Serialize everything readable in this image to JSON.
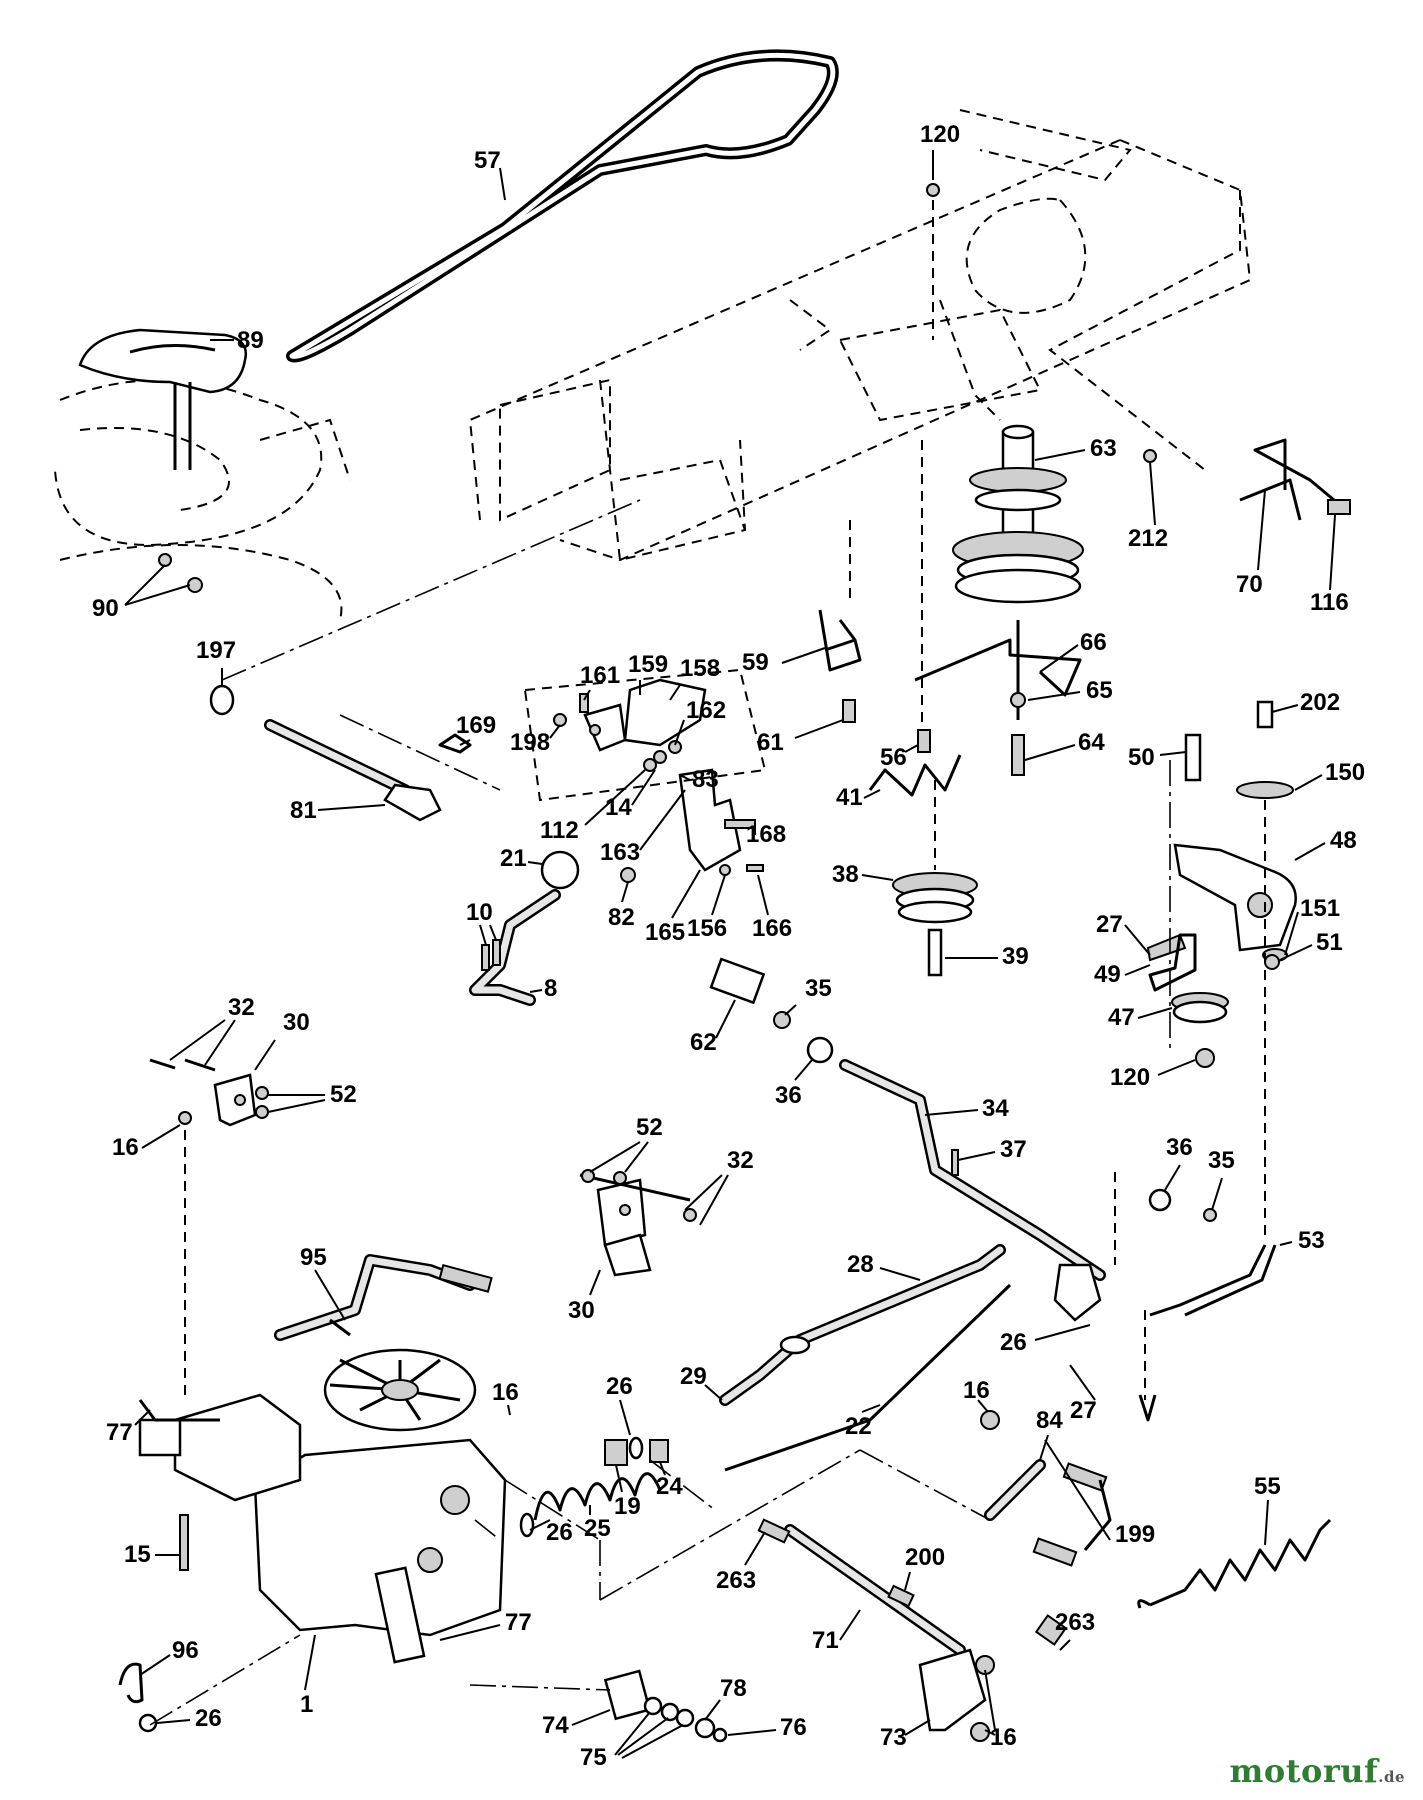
{
  "watermark": {
    "name": "motoruf",
    "tld": ".de"
  },
  "callouts": [
    {
      "id": "c57",
      "text": "57"
    },
    {
      "id": "c120a",
      "text": "120"
    },
    {
      "id": "c89",
      "text": "89"
    },
    {
      "id": "c63",
      "text": "63"
    },
    {
      "id": "c212",
      "text": "212"
    },
    {
      "id": "c70",
      "text": "70"
    },
    {
      "id": "c116",
      "text": "116"
    },
    {
      "id": "c90",
      "text": "90"
    },
    {
      "id": "c197",
      "text": "197"
    },
    {
      "id": "c161",
      "text": "161"
    },
    {
      "id": "c159",
      "text": "159"
    },
    {
      "id": "c158",
      "text": "158"
    },
    {
      "id": "c59",
      "text": "59"
    },
    {
      "id": "c66",
      "text": "66"
    },
    {
      "id": "c169",
      "text": "169"
    },
    {
      "id": "c162",
      "text": "162"
    },
    {
      "id": "c65",
      "text": "65"
    },
    {
      "id": "c198",
      "text": "198"
    },
    {
      "id": "c61",
      "text": "61"
    },
    {
      "id": "c202",
      "text": "202"
    },
    {
      "id": "c56",
      "text": "56"
    },
    {
      "id": "c64",
      "text": "64"
    },
    {
      "id": "c50",
      "text": "50"
    },
    {
      "id": "c150",
      "text": "150"
    },
    {
      "id": "c81",
      "text": "81"
    },
    {
      "id": "c14",
      "text": "14"
    },
    {
      "id": "c83",
      "text": "83"
    },
    {
      "id": "c41",
      "text": "41"
    },
    {
      "id": "c112",
      "text": "112"
    },
    {
      "id": "c48",
      "text": "48"
    },
    {
      "id": "c168",
      "text": "168"
    },
    {
      "id": "c163",
      "text": "163"
    },
    {
      "id": "c21",
      "text": "21"
    },
    {
      "id": "c38",
      "text": "38"
    },
    {
      "id": "c10",
      "text": "10"
    },
    {
      "id": "c82",
      "text": "82"
    },
    {
      "id": "c165",
      "text": "165"
    },
    {
      "id": "c156",
      "text": "156"
    },
    {
      "id": "c166",
      "text": "166"
    },
    {
      "id": "c27a",
      "text": "27"
    },
    {
      "id": "c151",
      "text": "151"
    },
    {
      "id": "c51",
      "text": "51"
    },
    {
      "id": "c39",
      "text": "39"
    },
    {
      "id": "c8",
      "text": "8"
    },
    {
      "id": "c49",
      "text": "49"
    },
    {
      "id": "c35a",
      "text": "35"
    },
    {
      "id": "c47",
      "text": "47"
    },
    {
      "id": "c32a",
      "text": "32"
    },
    {
      "id": "c30a",
      "text": "30"
    },
    {
      "id": "c62",
      "text": "62"
    },
    {
      "id": "c120b",
      "text": "120"
    },
    {
      "id": "c36a",
      "text": "36"
    },
    {
      "id": "c52a",
      "text": "52"
    },
    {
      "id": "c16a",
      "text": "16"
    },
    {
      "id": "c34",
      "text": "34"
    },
    {
      "id": "c52b",
      "text": "52"
    },
    {
      "id": "c32b",
      "text": "32"
    },
    {
      "id": "c37",
      "text": "37"
    },
    {
      "id": "c36b",
      "text": "36"
    },
    {
      "id": "c35b",
      "text": "35"
    },
    {
      "id": "c95",
      "text": "95"
    },
    {
      "id": "c53",
      "text": "53"
    },
    {
      "id": "c28",
      "text": "28"
    },
    {
      "id": "c30b",
      "text": "30"
    },
    {
      "id": "c26a",
      "text": "26"
    },
    {
      "id": "c29",
      "text": "29"
    },
    {
      "id": "c27b",
      "text": "27"
    },
    {
      "id": "c16b",
      "text": "16"
    },
    {
      "id": "c26b",
      "text": "26"
    },
    {
      "id": "c77a",
      "text": "77"
    },
    {
      "id": "c22",
      "text": "22"
    },
    {
      "id": "c16c",
      "text": "16"
    },
    {
      "id": "c84",
      "text": "84"
    },
    {
      "id": "c24",
      "text": "24"
    },
    {
      "id": "c19",
      "text": "19"
    },
    {
      "id": "c25",
      "text": "25"
    },
    {
      "id": "c55",
      "text": "55"
    },
    {
      "id": "c15",
      "text": "15"
    },
    {
      "id": "c26c",
      "text": "26"
    },
    {
      "id": "c199",
      "text": "199"
    },
    {
      "id": "c200",
      "text": "200"
    },
    {
      "id": "c263a",
      "text": "263"
    },
    {
      "id": "c77b",
      "text": "77"
    },
    {
      "id": "c96",
      "text": "96"
    },
    {
      "id": "c71",
      "text": "71"
    },
    {
      "id": "c263b",
      "text": "263"
    },
    {
      "id": "c1",
      "text": "1"
    },
    {
      "id": "c26d",
      "text": "26"
    },
    {
      "id": "c78",
      "text": "78"
    },
    {
      "id": "c74",
      "text": "74"
    },
    {
      "id": "c76",
      "text": "76"
    },
    {
      "id": "c75",
      "text": "75"
    },
    {
      "id": "c73",
      "text": "73"
    },
    {
      "id": "c16d",
      "text": "16"
    }
  ]
}
